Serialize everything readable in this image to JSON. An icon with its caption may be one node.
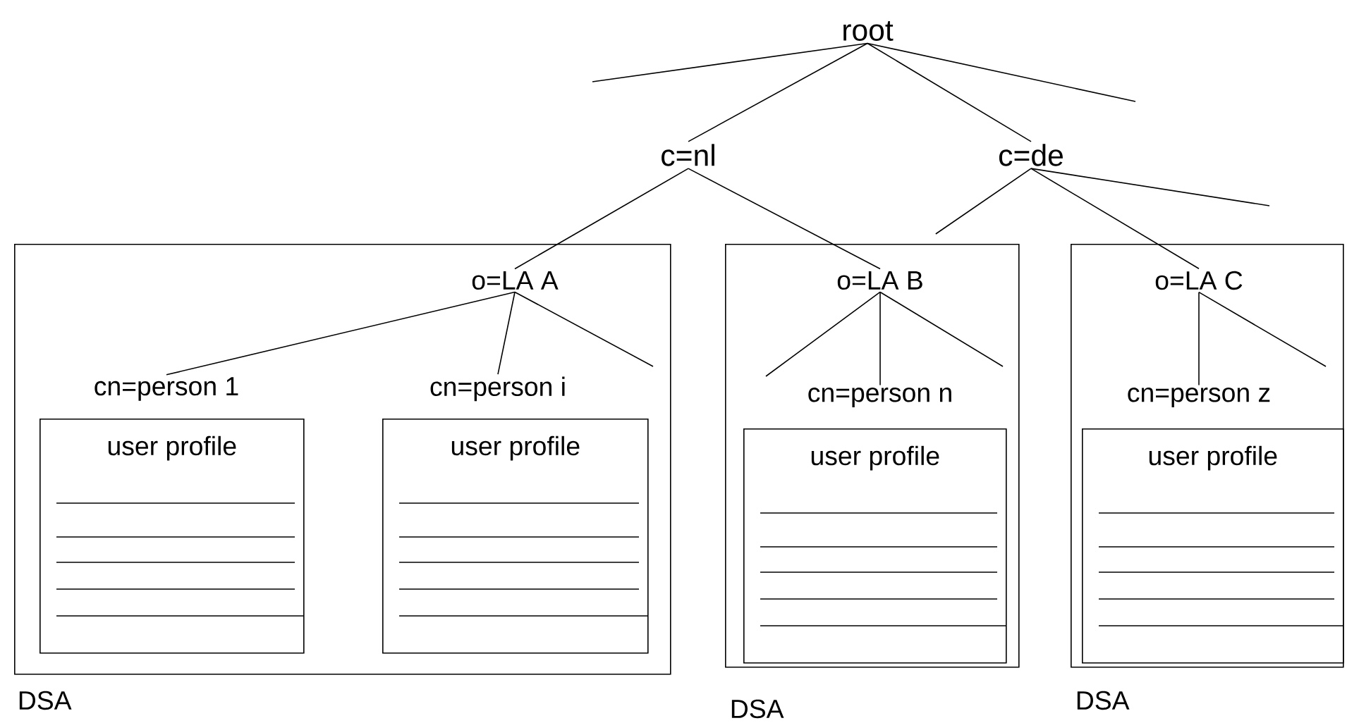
{
  "diagram": {
    "nodes": [
      {
        "text": [
          "root"
        ]
      },
      {
        "text": [
          "c=nl"
        ]
      },
      {
        "text": [
          "c=de"
        ]
      },
      {
        "text": [],
        "shape": "box",
        "beside": [
          "DSA"
        ]
      },
      {
        "text": [
          "o=LA A"
        ],
        "in": 3
      },
      {
        "text": [
          "cn=person 1"
        ],
        "in": 3
      },
      {
        "text": [
          "user profile"
        ],
        "in": 3
      },
      {
        "text": [
          "cn=person i"
        ],
        "in": 3
      },
      {
        "text": [
          "user profile"
        ],
        "in": 3
      },
      {
        "text": [],
        "shape": "box",
        "beside": [
          "DSA"
        ]
      },
      {
        "text": [
          "o=LA B"
        ],
        "in": 9
      },
      {
        "text": [
          "cn=person n"
        ],
        "in": 9
      },
      {
        "text": [
          "user profile"
        ],
        "in": 9
      },
      {
        "text": [],
        "shape": "box",
        "beside": [
          "DSA"
        ]
      },
      {
        "text": [
          "o=LA C"
        ],
        "in": 13
      },
      {
        "text": [
          "cn=person z"
        ],
        "in": 13
      },
      {
        "text": [
          "user profile"
        ],
        "in": 13
      }
    ],
    "edges": [
      {
        "from": 0,
        "to": null,
        "arrow": "none"
      },
      {
        "from": 0,
        "to": 1,
        "arrow": "none"
      },
      {
        "from": 0,
        "to": 2,
        "arrow": "none"
      },
      {
        "from": 0,
        "to": null,
        "arrow": "none"
      },
      {
        "from": 1,
        "to": 4,
        "arrow": "none"
      },
      {
        "from": 1,
        "to": 10,
        "arrow": "none"
      },
      {
        "from": 2,
        "to": 9,
        "arrow": "none"
      },
      {
        "from": 2,
        "to": 14,
        "arrow": "none"
      },
      {
        "from": 2,
        "to": null,
        "arrow": "none"
      },
      {
        "from": 4,
        "to": 5,
        "arrow": "none"
      },
      {
        "from": 4,
        "to": 7,
        "arrow": "none"
      },
      {
        "from": 4,
        "to": null,
        "arrow": "none"
      },
      {
        "from": 10,
        "to": null,
        "arrow": "none"
      },
      {
        "from": 10,
        "to": 11,
        "arrow": "none"
      },
      {
        "from": 10,
        "to": null,
        "arrow": "none"
      },
      {
        "from": 14,
        "to": 15,
        "arrow": "none"
      },
      {
        "from": 14,
        "to": null,
        "arrow": "none"
      }
    ]
  }
}
